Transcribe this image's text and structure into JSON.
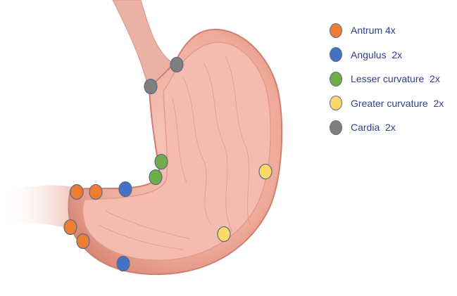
{
  "legend": [
    {
      "label": "Antrum 4x",
      "color": "#ed7d31"
    },
    {
      "label": "Angulus  2x",
      "color": "#4472c4"
    },
    {
      "label": "Lesser curvature  2x",
      "color": "#70ad47"
    },
    {
      "label": "Greater curvature  2x",
      "color": "#ffd966"
    },
    {
      "label": "Cardia  2x",
      "color": "#7f7f7f"
    }
  ],
  "colors": {
    "stomach_outer": "#e8a093",
    "stomach_inner": "#f2b8aa",
    "duodenum": "#f0c8bd",
    "legend_text": "#2f3f8f"
  }
}
